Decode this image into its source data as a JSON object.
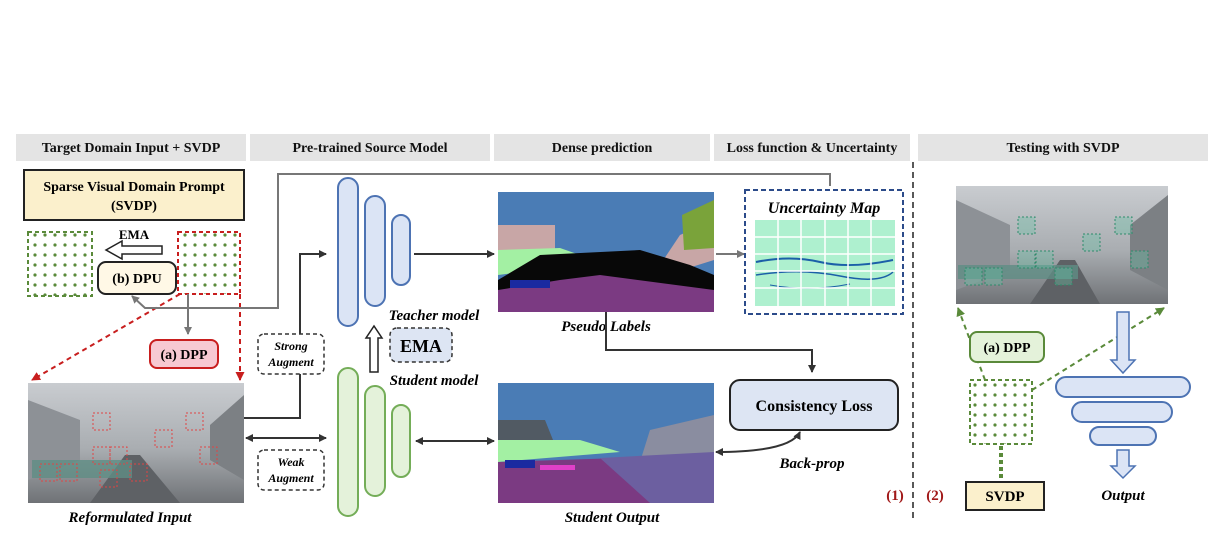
{
  "headers": {
    "target_input": "Target Domain Input + SVDP",
    "source_model": "Pre-trained Source Model",
    "dense_prediction": "Dense prediction",
    "loss_uncertainty": "Loss function & Uncertainty",
    "testing": "Testing with SVDP"
  },
  "svdp_box": {
    "line1": "Sparse Visual Domain Prompt",
    "line2": "(SVDP)"
  },
  "ema_small": "EMA",
  "dpu": "(b) DPU",
  "dpp": "(a) DPP",
  "dpp_test": "(a) DPP",
  "reformulated_input": "Reformulated Input",
  "strong_augment": {
    "line1": "Strong",
    "line2": "Augment"
  },
  "weak_augment": {
    "line1": "Weak",
    "line2": "Augment"
  },
  "teacher_model": "Teacher model",
  "student_model": "Student model",
  "ema_large": "EMA",
  "pseudo_labels": "Pseudo  Labels",
  "student_output": "Student Output",
  "uncertainty_map": "Uncertainty Map",
  "consistency_loss": "Consistency Loss",
  "back_prop": "Back-prop",
  "marker_1": "(1)",
  "marker_2": "(2)",
  "svdp_label": "SVDP",
  "output": "Output",
  "colors": {
    "teacher": "#dbe4f5",
    "teacher_stroke": "#4d73b3",
    "student": "#e4f2da",
    "student_stroke": "#74ad58",
    "prompt_green": "#5a8a3a",
    "red_dashed": "#c81e1e",
    "blue_dashed": "#2c4b8a",
    "svdp_fill": "#fbf0cc",
    "dpp_fill": "#f7c9d2",
    "loss_fill": "#dde5f3"
  }
}
